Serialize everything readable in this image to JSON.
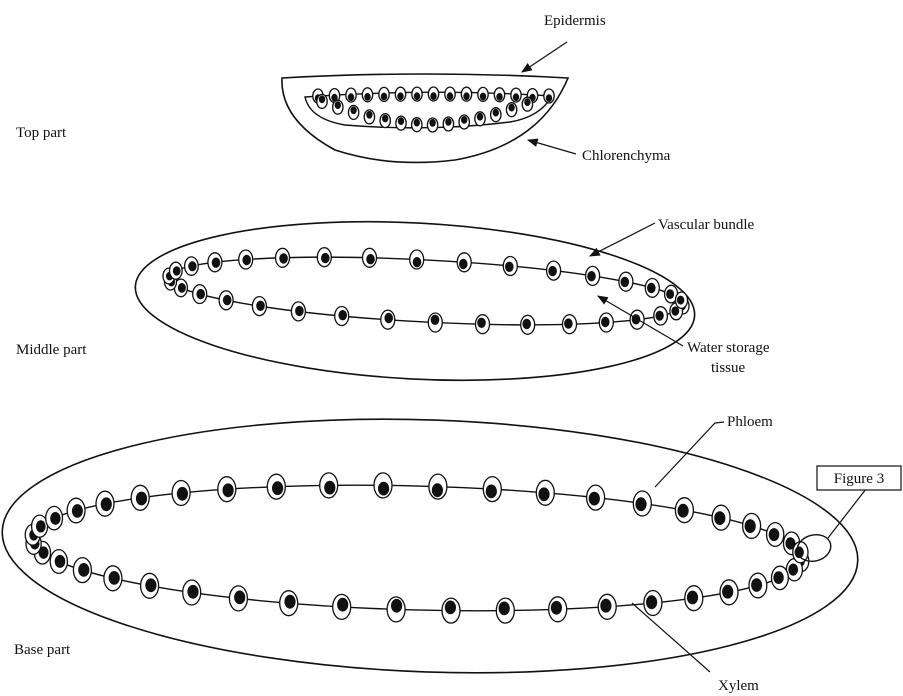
{
  "figure_label": "Figure 3",
  "sections": {
    "top": "Top part",
    "middle": "Middle part",
    "base": "Base part"
  },
  "tissues": {
    "epidermis": "Epidermis",
    "chlorenchyma": "Chlorenchyma",
    "vascular_bundle": "Vascular bundle",
    "water_storage_line1": "Water storage",
    "water_storage_line2": "tissue",
    "phloem": "Phloem",
    "xylem": "Xylem"
  }
}
